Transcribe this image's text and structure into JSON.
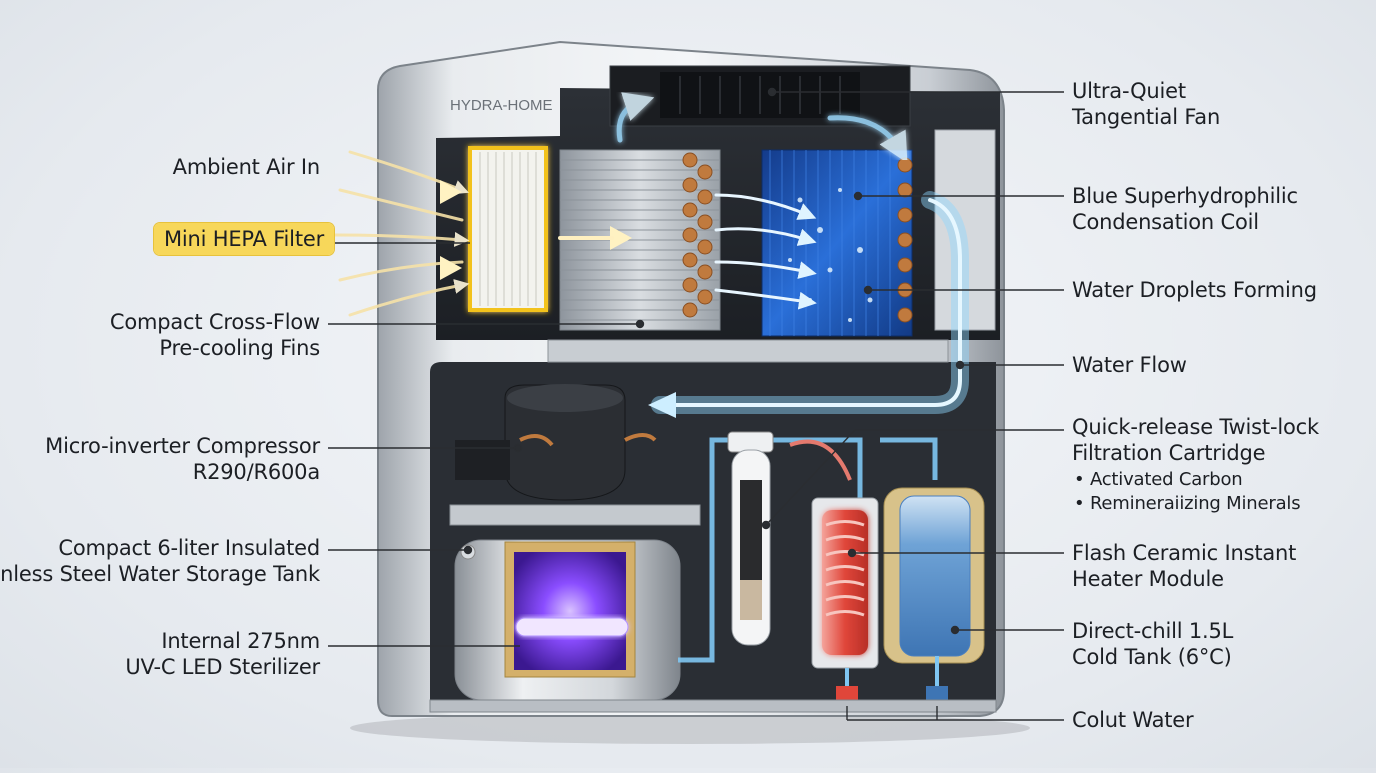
{
  "brand": "HYDRA-HOME",
  "colors": {
    "accent_highlight": "#f7d75a",
    "water_flow": "#8fd6ff",
    "coil_blue": "#1f5fc4",
    "heater_red": "#e0463a",
    "uv_violet": "#8a4dff",
    "airflow": "#f6e2a8"
  },
  "labels": {
    "ambient_air_in": "Ambient Air In",
    "mini_hepa_filter": "Mini HEPA Filter",
    "cross_flow_line1": "Compact Cross-Flow",
    "cross_flow_line2": "Pre-cooling Fins",
    "compressor_line1": "Micro-inverter Compressor",
    "compressor_line2": "R290/R600a",
    "storage_tank_line1": "Compact 6-liter Insulated",
    "storage_tank_line2": "tainless Steel Water Storage Tank",
    "uv_line1": "Internal 275nm",
    "uv_line2": "UV-C LED Sterilizer",
    "fan_line1": "Ultra-Quiet",
    "fan_line2": "Tangential Fan",
    "coil_line1": "Blue Superhydrophilic",
    "coil_line2": "Condensation Coil",
    "droplets": "Water Droplets Forming",
    "water_flow": "Water Flow",
    "cartridge_line1": "Quick-release Twist-lock",
    "cartridge_line2": "Filtration Cartridge",
    "cartridge_bullet1": "• Activated Carbon",
    "cartridge_bullet2": "• Remineraiizing Minerals",
    "heater_line1": "Flash Ceramic Instant",
    "heater_line2": "Heater Module",
    "cold_tank_line1": "Direct-chill 1.5L",
    "cold_tank_line2": "Cold Tank (6°C)",
    "outlet": "Colut Water"
  }
}
